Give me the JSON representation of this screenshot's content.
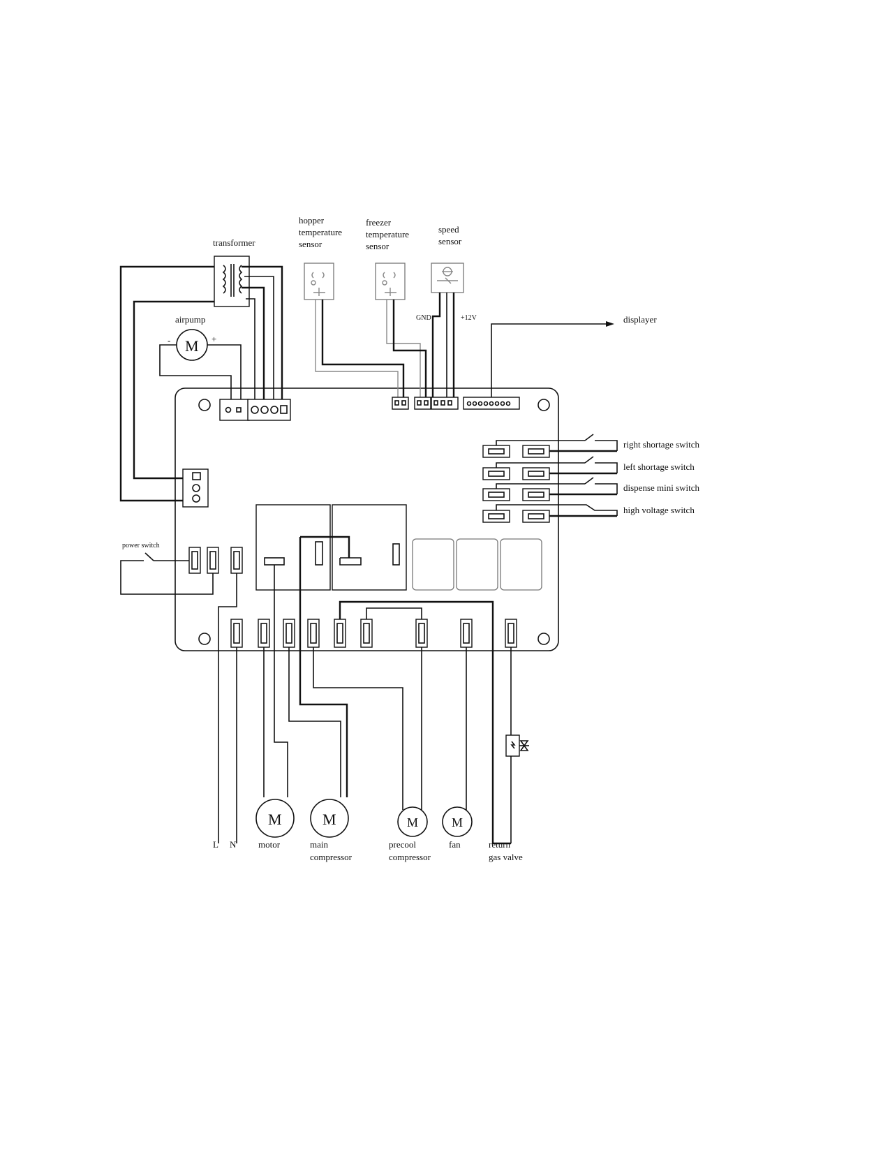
{
  "labels": {
    "transformer": "transformer",
    "airpump": "airpump",
    "airpump_minus": "-",
    "airpump_plus": "+",
    "hopper_sensor": [
      "hopper",
      "temperature",
      "sensor"
    ],
    "freezer_sensor": [
      "freezer",
      "temperature",
      "sensor"
    ],
    "speed_sensor": [
      "speed",
      "sensor"
    ],
    "gnd": "GND",
    "plus12v": "+12V",
    "displayer": "displayer",
    "power_switch": "power switch",
    "switches": [
      "right shortage switch",
      "left shortage switch",
      "dispense mini switch",
      "high voltage switch"
    ],
    "motor_symbol": "M",
    "bottom": {
      "L": "L",
      "N": "N",
      "motor": "motor",
      "main_compressor": [
        "main",
        "compressor"
      ],
      "precool_compressor": [
        "precool",
        "compressor"
      ],
      "fan": "fan",
      "return_gas_valve": [
        "return",
        "gas valve"
      ]
    }
  }
}
